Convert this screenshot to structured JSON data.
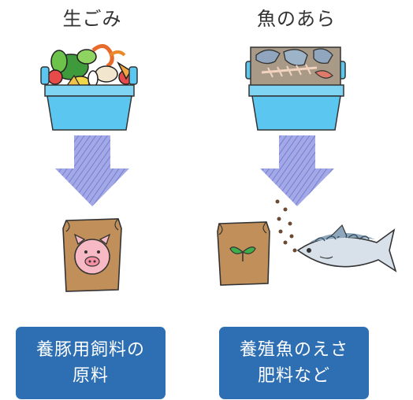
{
  "columns": [
    {
      "title": "生ごみ",
      "output_lines": [
        "養豚用飼料の",
        "原料"
      ]
    },
    {
      "title": "魚のあら",
      "output_lines": [
        "養殖魚のえさ",
        "肥料など"
      ]
    }
  ],
  "colors": {
    "bin_blue": "#5bc6ef",
    "arrow_blue": "#7f86d8",
    "bag_brown": "#c08f5a",
    "label_blue": "#2e6fb4",
    "pig_pink": "#f7b9c4",
    "fish_gray": "#8ea7bc"
  },
  "icons": [
    "food-waste-bin-icon",
    "fish-scraps-bin-icon",
    "down-arrow-icon",
    "pig-feed-bag-icon",
    "fertilizer-bag-icon",
    "fish-pellets-icon",
    "mackerel-icon"
  ]
}
